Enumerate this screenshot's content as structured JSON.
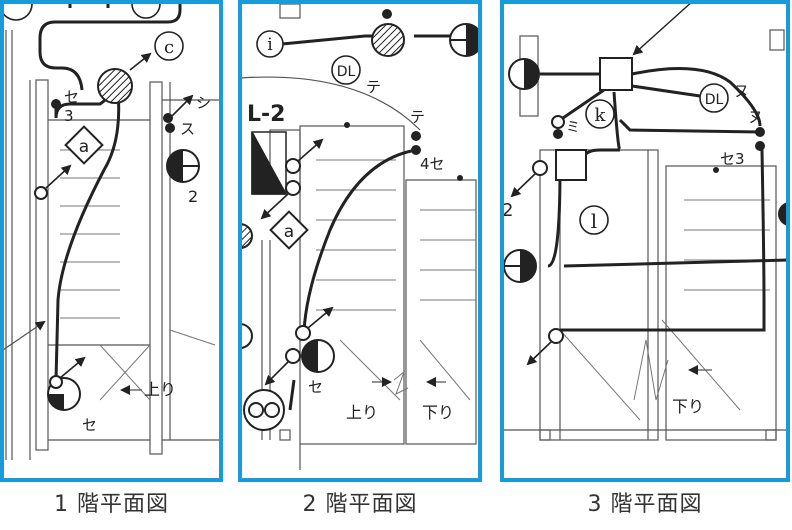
{
  "colors": {
    "frame": "#1a9ad6",
    "ink": "#222222",
    "thin_line": "#555555",
    "caption": "#333333",
    "background": "#ffffff"
  },
  "panels": [
    {
      "caption": "1 階平面図",
      "labels": {
        "circle_c": "c",
        "se3_kana": "セ",
        "se3_num": "3",
        "diamond_a": "a",
        "shi": "シ",
        "su": "ス",
        "num2": "2",
        "up": "上り",
        "se_bottom": "セ"
      }
    },
    {
      "caption": "2 階平面図",
      "labels": {
        "circle_i": "i",
        "dl": "DL",
        "te_dl": "テ",
        "l2": "L-2",
        "te_right": "テ",
        "se4": "4セ",
        "diamond_a": "a",
        "se_bottom": "セ",
        "up": "上り",
        "down": "下り"
      }
    },
    {
      "caption": "3 階平面図",
      "labels": {
        "dl": "DL",
        "nu_dl": "ヌ",
        "nu": "ヌ",
        "circle_k": "k",
        "mi": "ミ",
        "se3": "セ3",
        "circle_l": "l",
        "num2": "2",
        "down": "下り"
      }
    }
  ]
}
